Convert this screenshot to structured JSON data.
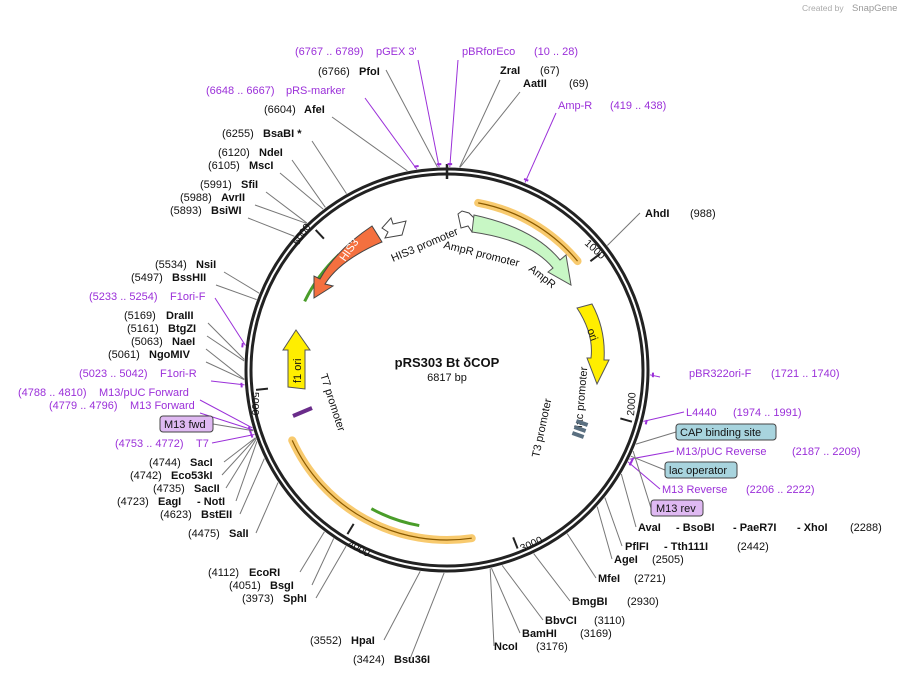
{
  "plasmid": {
    "name": "pRS303 Bt δCOP",
    "length_label": "6817 bp"
  },
  "credit": {
    "prefix": "Created by",
    "brand": "SnapGene"
  },
  "ticks": [
    "1000",
    "2000",
    "3000",
    "4000",
    "5000",
    "6000"
  ],
  "sites": {
    "pfoi": {
      "num": "(6766)",
      "name": "PfoI"
    },
    "zrai": {
      "num": "(67)",
      "name": "ZraI"
    },
    "aatii": {
      "num": "(69)",
      "name": "AatII"
    },
    "afei": {
      "num": "(6604)",
      "name": "AfeI"
    },
    "bsabi": {
      "num": "(6255)",
      "name": "BsaBI *"
    },
    "ndei": {
      "num": "(6120)",
      "name": "NdeI"
    },
    "msci": {
      "num": "(6105)",
      "name": "MscI"
    },
    "sfii": {
      "num": "(5991)",
      "name": "SfiI"
    },
    "avrii": {
      "num": "(5988)",
      "name": "AvrII"
    },
    "bsiwi": {
      "num": "(5893)",
      "name": "BsiWI"
    },
    "ahdi": {
      "num": "(988)",
      "name": "AhdI"
    },
    "nsii": {
      "num": "(5534)",
      "name": "NsiI"
    },
    "bsshii": {
      "num": "(5497)",
      "name": "BssHII"
    },
    "draiii": {
      "num": "(5169)",
      "name": "DraIII"
    },
    "btgzi": {
      "num": "(5161)",
      "name": "BtgZI"
    },
    "naei": {
      "num": "(5063)",
      "name": "NaeI"
    },
    "ngomiv": {
      "num": "(5061)",
      "name": "NgoMIV"
    },
    "saci": {
      "num": "(4744)",
      "name": "SacI"
    },
    "eco53ki": {
      "num": "(4742)",
      "name": "Eco53kI"
    },
    "sacii": {
      "num": "(4735)",
      "name": "SacII"
    },
    "eagi": {
      "num": "(4723)",
      "name": "EagI",
      "extra": "- NotI"
    },
    "bstEII": {
      "num": "(4623)",
      "name": "BstEII"
    },
    "sali": {
      "num": "(4475)",
      "name": "SalI"
    },
    "avai": {
      "names": [
        "AvaI",
        "- BsoBI",
        "- PaeR7I",
        "- XhoI"
      ],
      "num": "(2288)"
    },
    "pflfi": {
      "names": [
        "PflFI",
        "- Tth111I"
      ],
      "num": "(2442)"
    },
    "agei": {
      "name": "AgeI",
      "num": "(2505)"
    },
    "mfei": {
      "name": "MfeI",
      "num": "(2721)"
    },
    "bmgbi": {
      "name": "BmgBI",
      "num": "(2930)"
    },
    "bbvci": {
      "name": "BbvCI",
      "num": "(3110)"
    },
    "bamhi": {
      "name": "BamHI",
      "num": "(3169)"
    },
    "ncoi": {
      "name": "NcoI",
      "num": "(3176)"
    },
    "ecori": {
      "num": "(4112)",
      "name": "EcoRI"
    },
    "bsgi": {
      "num": "(4051)",
      "name": "BsgI"
    },
    "sphi": {
      "num": "(3973)",
      "name": "SphI"
    },
    "hpai": {
      "num": "(3552)",
      "name": "HpaI"
    },
    "bsu36i": {
      "num": "(3424)",
      "name": "Bsu36I"
    }
  },
  "primers": {
    "pgex3": {
      "range": "(6767 .. 6789)",
      "name": "pGEX 3'"
    },
    "pbrforeco": {
      "name": "pBRforEco",
      "range": "(10 .. 28)"
    },
    "prsmarker": {
      "range": "(6648 .. 6667)",
      "name": "pRS-marker"
    },
    "ampr": {
      "name": "Amp-R",
      "range": "(419 .. 438)"
    },
    "f1orif": {
      "range": "(5233 .. 5254)",
      "name": "F1ori-F"
    },
    "f1orir": {
      "range": "(5023 .. 5042)",
      "name": "F1ori-R"
    },
    "m13puc_fwd": {
      "range": "(4788 .. 4810)",
      "name": "M13/pUC Forward"
    },
    "m13fwd": {
      "range": "(4779 .. 4796)",
      "name": "M13 Forward"
    },
    "t7": {
      "range": "(4753 .. 4772)",
      "name": "T7"
    },
    "pbr322": {
      "name": "pBR322ori-F",
      "range": "(1721 .. 1740)"
    },
    "l4440": {
      "name": "L4440",
      "range": "(1974 .. 1991)"
    },
    "m13puc_rev": {
      "name": "M13/pUC Reverse",
      "range": "(2187 .. 2209)"
    },
    "m13rev": {
      "name": "M13 Reverse",
      "range": "(2206 .. 2222)"
    }
  },
  "boxes": {
    "m13fwd": "M13 fwd",
    "cap": "CAP binding site",
    "lacop": "lac operator",
    "m13rev": "M13 rev"
  },
  "features": {
    "his3": "HIS3",
    "his3_promoter": "HIS3 promoter",
    "ampr_promoter": "AmpR promoter",
    "ampr": "AmpR",
    "ori": "ori",
    "lac_promoter": "lac promoter",
    "t3_promoter": "T3 promoter",
    "f1ori": "f1 ori",
    "t7_promoter": "T7 promoter"
  },
  "colors": {
    "backbone": "#222222",
    "primer": "#9b30d9",
    "his3": "#f4703f",
    "ampr": "#c8f7c5",
    "ori": "#ffee00",
    "box_primer": "#dfb9f2",
    "box_feature": "#a8d4de",
    "insert": "#f7c45e",
    "insert_arrow": "#4a9d2a"
  }
}
